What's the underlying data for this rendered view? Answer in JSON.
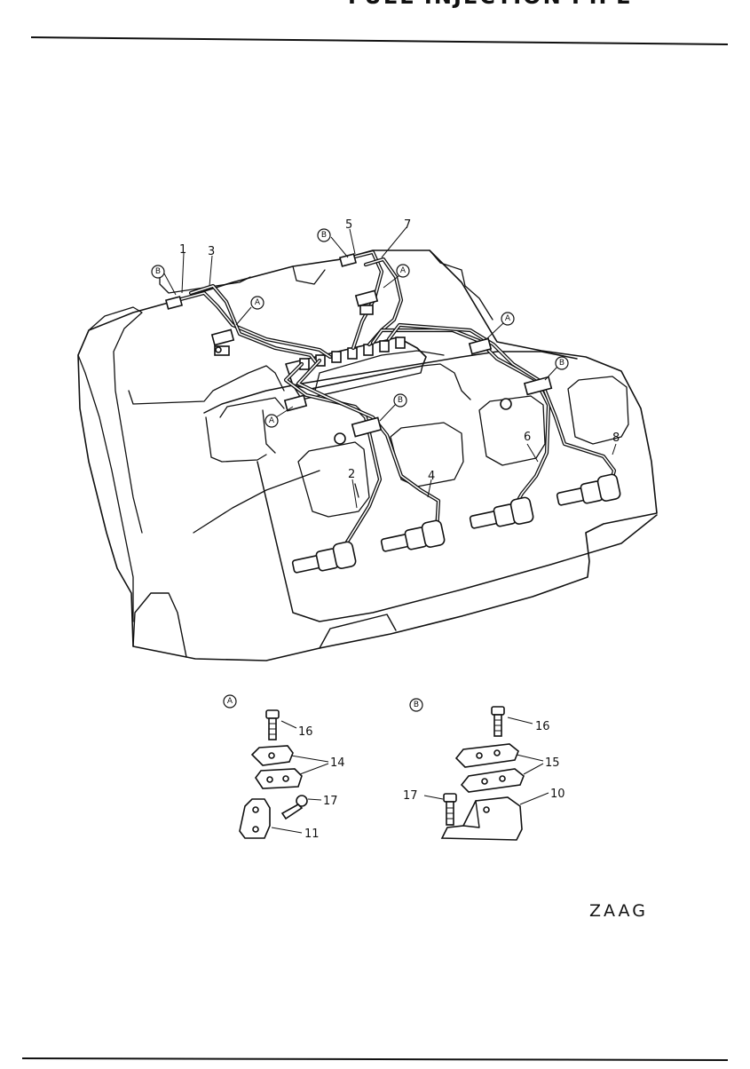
{
  "header": {
    "title_fragment": "FUEL INJECTION PIPE"
  },
  "diagram": {
    "callouts": {
      "c1": "1",
      "c2": "2",
      "c3": "3",
      "c4": "4",
      "c5": "5",
      "c6": "6",
      "c7": "7",
      "c8": "8",
      "c10": "10",
      "c11": "11",
      "c14": "14",
      "c15": "15",
      "c16a": "16",
      "c16b": "16",
      "c17a": "17",
      "c17b": "17"
    },
    "clamp_markers": {
      "a": "A",
      "b": "B"
    },
    "detail_a_label": "A",
    "detail_b_label": "B",
    "figure_code": "ZAAG"
  }
}
